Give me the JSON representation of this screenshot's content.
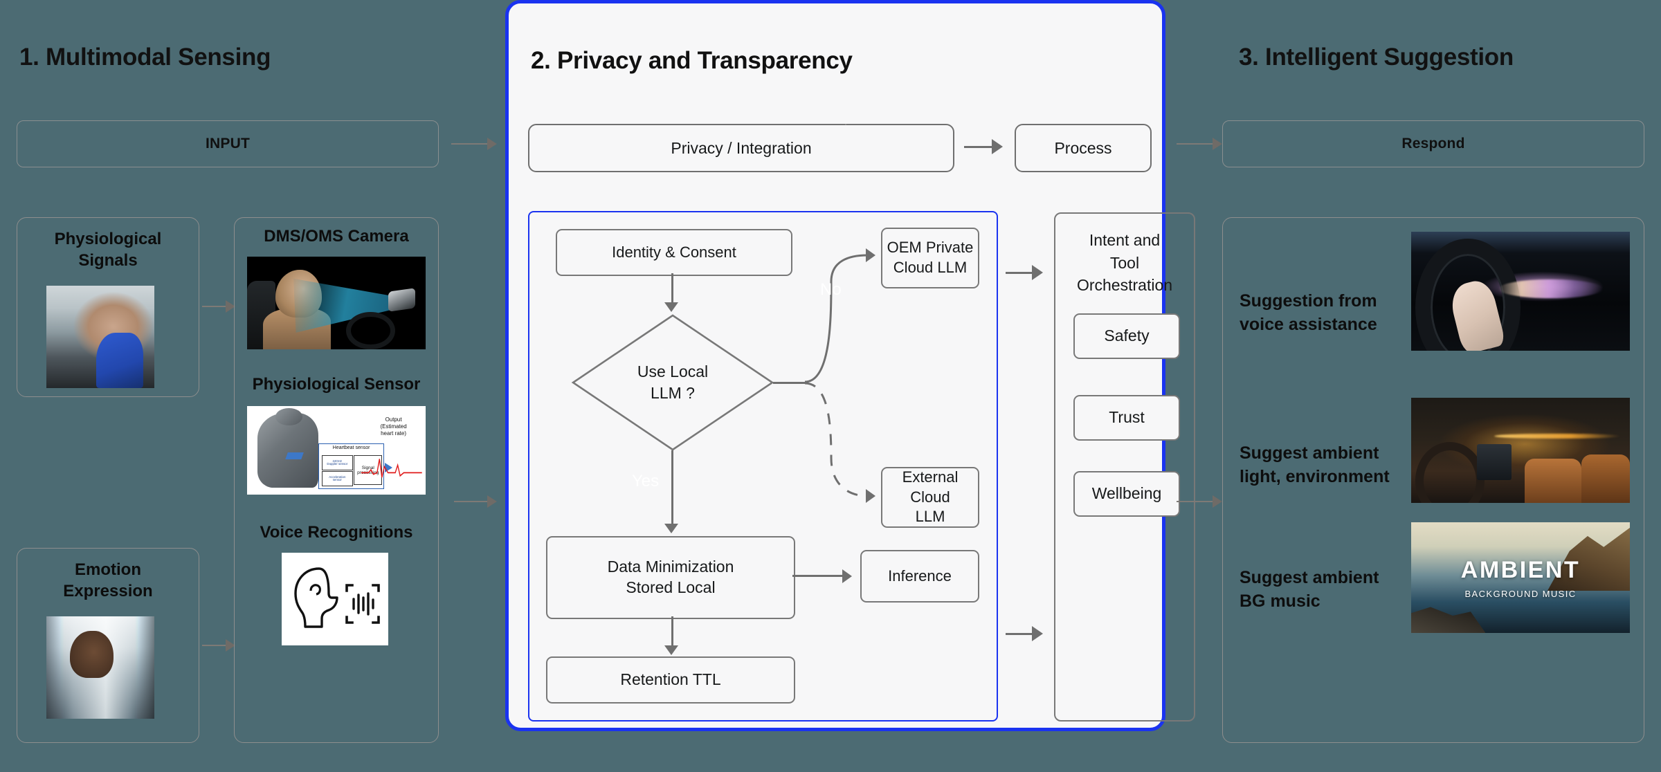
{
  "sections": {
    "left": {
      "title": "1. Multimodal Sensing",
      "band_label": "INPUT",
      "cards": [
        {
          "title": "Physiological\nSignals",
          "image": "driver-gesturing-photo"
        },
        {
          "title": "Emotion\nExpression",
          "image": "tired-driver-photo"
        }
      ],
      "sensors": [
        {
          "title": "DMS/OMS Camera",
          "image": "dms-camera-photo"
        },
        {
          "title": "Physiological Sensor",
          "image": "seat-heartbeat-sensor-diagram"
        },
        {
          "title": "Voice Recognitions",
          "image": "voice-recognition-icon"
        }
      ],
      "sensor_diagram": {
        "box_label": "Heartbeat sensor",
        "inner_boxes": [
          "24GHz\nDoppler sensor",
          "Acceleration\nsensor"
        ],
        "processing_label": "Signal\nprocessing",
        "output_label": "Output\n(Estimated\nheart rate)"
      }
    },
    "center": {
      "title": "2. Privacy and Transparency",
      "top_band_label": "Privacy / Integration",
      "process_label": "Process",
      "flow": {
        "identity": "Identity & Consent",
        "decision": "Use Local\nLLM ?",
        "yes_label": "Yes",
        "no_label": "No",
        "oem_cloud": "OEM Private\nCloud LLM",
        "external_cloud": "External Cloud\nLLM",
        "data_min": "Data Minimization\nStored Local",
        "inference": "Inference",
        "retention": "Retention TTL"
      },
      "orchestration": {
        "title": "Intent and\nTool\nOrchestration",
        "items": [
          "Safety",
          "Trust",
          "Wellbeing"
        ]
      }
    },
    "right": {
      "title": "3. Intelligent Suggestion",
      "band_label": "Respond",
      "suggestions": [
        {
          "text": "Suggestion from\nvoice assistance",
          "image": "voice-assistant-hud-photo"
        },
        {
          "text": "Suggest ambient\nlight, environment",
          "image": "car-ambient-light-photo"
        },
        {
          "text": "Suggest ambient\nBG music",
          "image": "ambient-music-cover-photo",
          "overlay_title": "AMBIENT",
          "overlay_subtitle": "BACKGROUND MUSIC"
        }
      ]
    }
  },
  "colors": {
    "background": "#4c6b73",
    "panel_accent": "#1a33f0",
    "panel_background": "#f7f7f8",
    "box_border": "#787878",
    "muted_border": "#8a8f90",
    "arrow": "#6f6f6f",
    "arrow_muted": "#7e7a76"
  }
}
